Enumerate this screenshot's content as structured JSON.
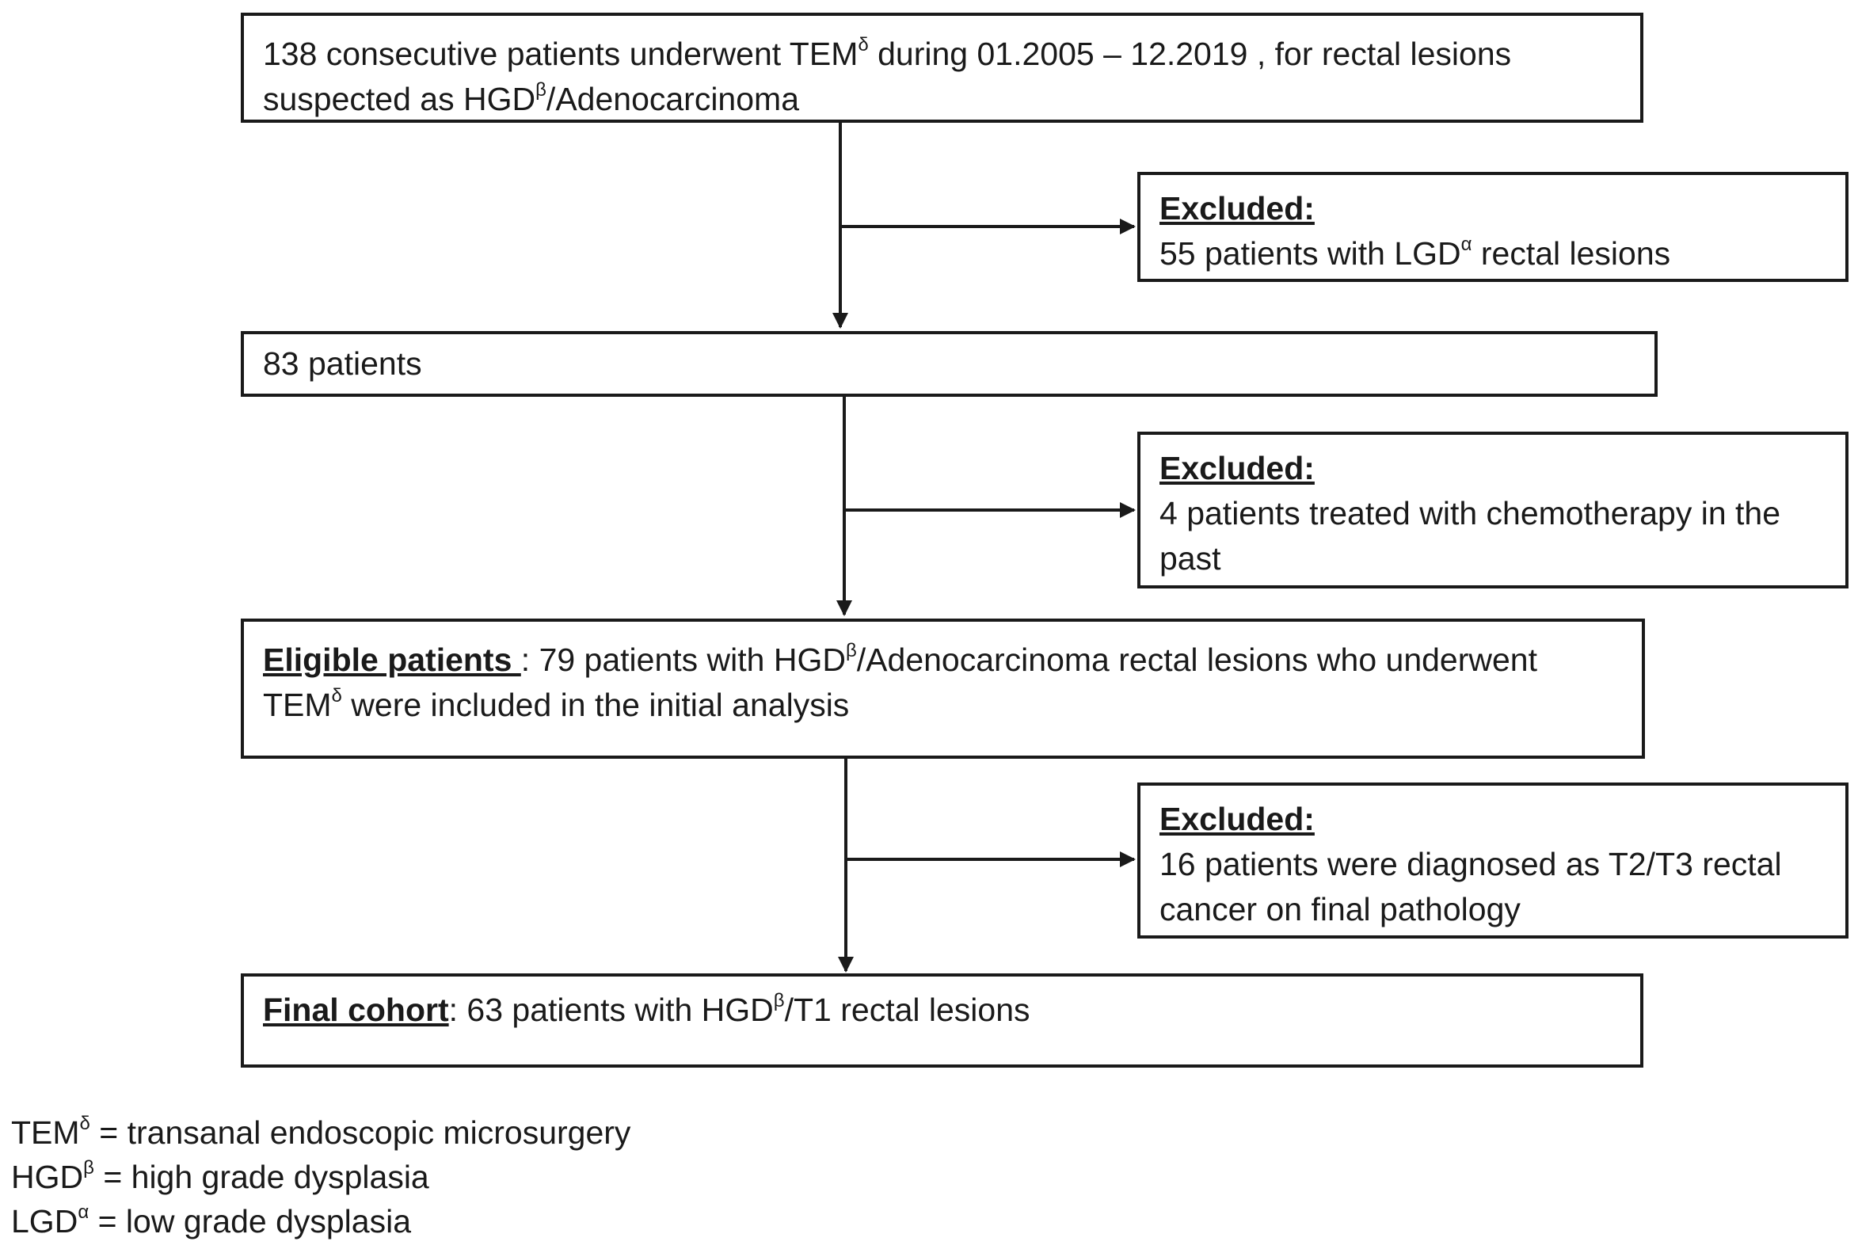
{
  "flow": {
    "box1": {
      "text_a": "138 consecutive patients underwent TEM",
      "sup_a": "δ",
      "text_b": " during 01.2005 – 12.2019 , for rectal lesions suspected as HGD",
      "sup_b": "β",
      "text_c": "/Adenocarcinoma"
    },
    "exclusion1": {
      "heading": "Excluded:",
      "text_a": "55 patients with LGD",
      "sup_a": "α",
      "text_b": " rectal lesions"
    },
    "box2": {
      "text": "83 patients"
    },
    "exclusion2": {
      "heading": "Excluded:",
      "text": "4 patients treated with chemotherapy  in the past"
    },
    "box3": {
      "heading": "Eligible patients ",
      "text_a": ": 79 patients with HGD",
      "sup_a": "β",
      "text_b": "/Adenocarcinoma rectal lesions who underwent TEM",
      "sup_b": "δ",
      "text_c": " were included in the initial analysis"
    },
    "exclusion3": {
      "heading": "Excluded:",
      "text": "16 patients were diagnosed as T2/T3 rectal cancer on final pathology"
    },
    "box4": {
      "heading": "Final cohort",
      "text_a": ": 63 patients with HGD",
      "sup_a": "β",
      "text_b": "/T1 rectal lesions"
    }
  },
  "legend": [
    {
      "abbr": "TEM",
      "sup": "δ",
      "definition": " = transanal endoscopic microsurgery"
    },
    {
      "abbr": "HGD",
      "sup": "β",
      "definition": " = high grade dysplasia"
    },
    {
      "abbr": "LGD",
      "sup": "α",
      "definition": " = low grade dysplasia"
    }
  ],
  "colors": {
    "line": "#1a1a1a",
    "text": "#1a1a1a",
    "background": "#ffffff"
  }
}
